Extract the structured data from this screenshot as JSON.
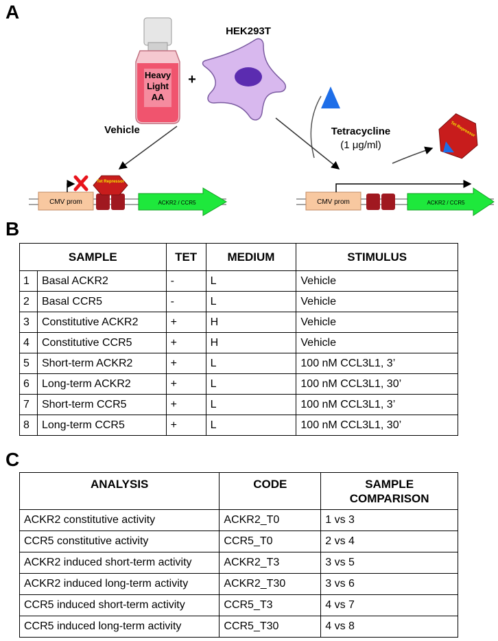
{
  "panels": {
    "a": "A",
    "b": "B",
    "c": "C"
  },
  "diagram": {
    "bottle_label_line1": "Heavy",
    "bottle_label_line2": "Light",
    "bottle_label_line3": "AA",
    "plus": "+",
    "cell_line": "HEK293T",
    "vehicle": "Vehicle",
    "tetracycline": "Tetracycline",
    "tet_dose": "(1 μg/ml)",
    "promoter": "CMV prom",
    "repressor": "Tet Repressor",
    "gene": "ACKR2 / CCR5",
    "colors": {
      "bottle_medium": "#f0546e",
      "cell": "#d8b8ee",
      "nucleus": "#5b2cb0",
      "tetracycline": "#1e6ee8",
      "repressor": "#c81c1c",
      "operator": "#a01820",
      "promoter": "#f8c8a0",
      "gene": "#1ee83c",
      "block": "#e8141c"
    }
  },
  "table_b": {
    "headers": [
      "SAMPLE",
      "TET",
      "MEDIUM",
      "STIMULUS"
    ],
    "rows": [
      {
        "num": "1",
        "sample": "Basal ACKR2",
        "tet": "-",
        "medium": "L",
        "stimulus": "Vehicle"
      },
      {
        "num": "2",
        "sample": "Basal CCR5",
        "tet": "-",
        "medium": "L",
        "stimulus": "Vehicle"
      },
      {
        "num": "3",
        "sample": "Constitutive ACKR2",
        "tet": "+",
        "medium": "H",
        "stimulus": "Vehicle"
      },
      {
        "num": "4",
        "sample": "Constitutive CCR5",
        "tet": "+",
        "medium": "H",
        "stimulus": "Vehicle"
      },
      {
        "num": "5",
        "sample": "Short-term ACKR2",
        "tet": "+",
        "medium": "L",
        "stimulus": "100 nM CCL3L1, 3’"
      },
      {
        "num": "6",
        "sample": "Long-term ACKR2",
        "tet": "+",
        "medium": "L",
        "stimulus": "100 nM CCL3L1, 30’"
      },
      {
        "num": "7",
        "sample": "Short-term CCR5",
        "tet": "+",
        "medium": "L",
        "stimulus": "100 nM CCL3L1, 3’"
      },
      {
        "num": "8",
        "sample": "Long-term CCR5",
        "tet": "+",
        "medium": "L",
        "stimulus": "100 nM CCL3L1, 30’"
      }
    ]
  },
  "table_c": {
    "headers": {
      "analysis": "ANALYSIS",
      "code": "CODE",
      "comparison_line1": "SAMPLE",
      "comparison_line2": "COMPARISON"
    },
    "rows": [
      {
        "analysis": "ACKR2 constitutive activity",
        "code": "ACKR2_T0",
        "comparison": "1 vs 3"
      },
      {
        "analysis": "CCR5 constitutive activity",
        "code": "CCR5_T0",
        "comparison": "2 vs 4"
      },
      {
        "analysis": "ACKR2 induced short-term activity",
        "code": "ACKR2_T3",
        "comparison": "3 vs 5"
      },
      {
        "analysis": "ACKR2 induced long-term activity",
        "code": "ACKR2_T30",
        "comparison": "3 vs 6"
      },
      {
        "analysis": "CCR5 induced short-term activity",
        "code": "CCR5_T3",
        "comparison": "4 vs 7"
      },
      {
        "analysis": "CCR5 induced long-term activity",
        "code": "CCR5_T30",
        "comparison": "4 vs 8"
      }
    ]
  }
}
